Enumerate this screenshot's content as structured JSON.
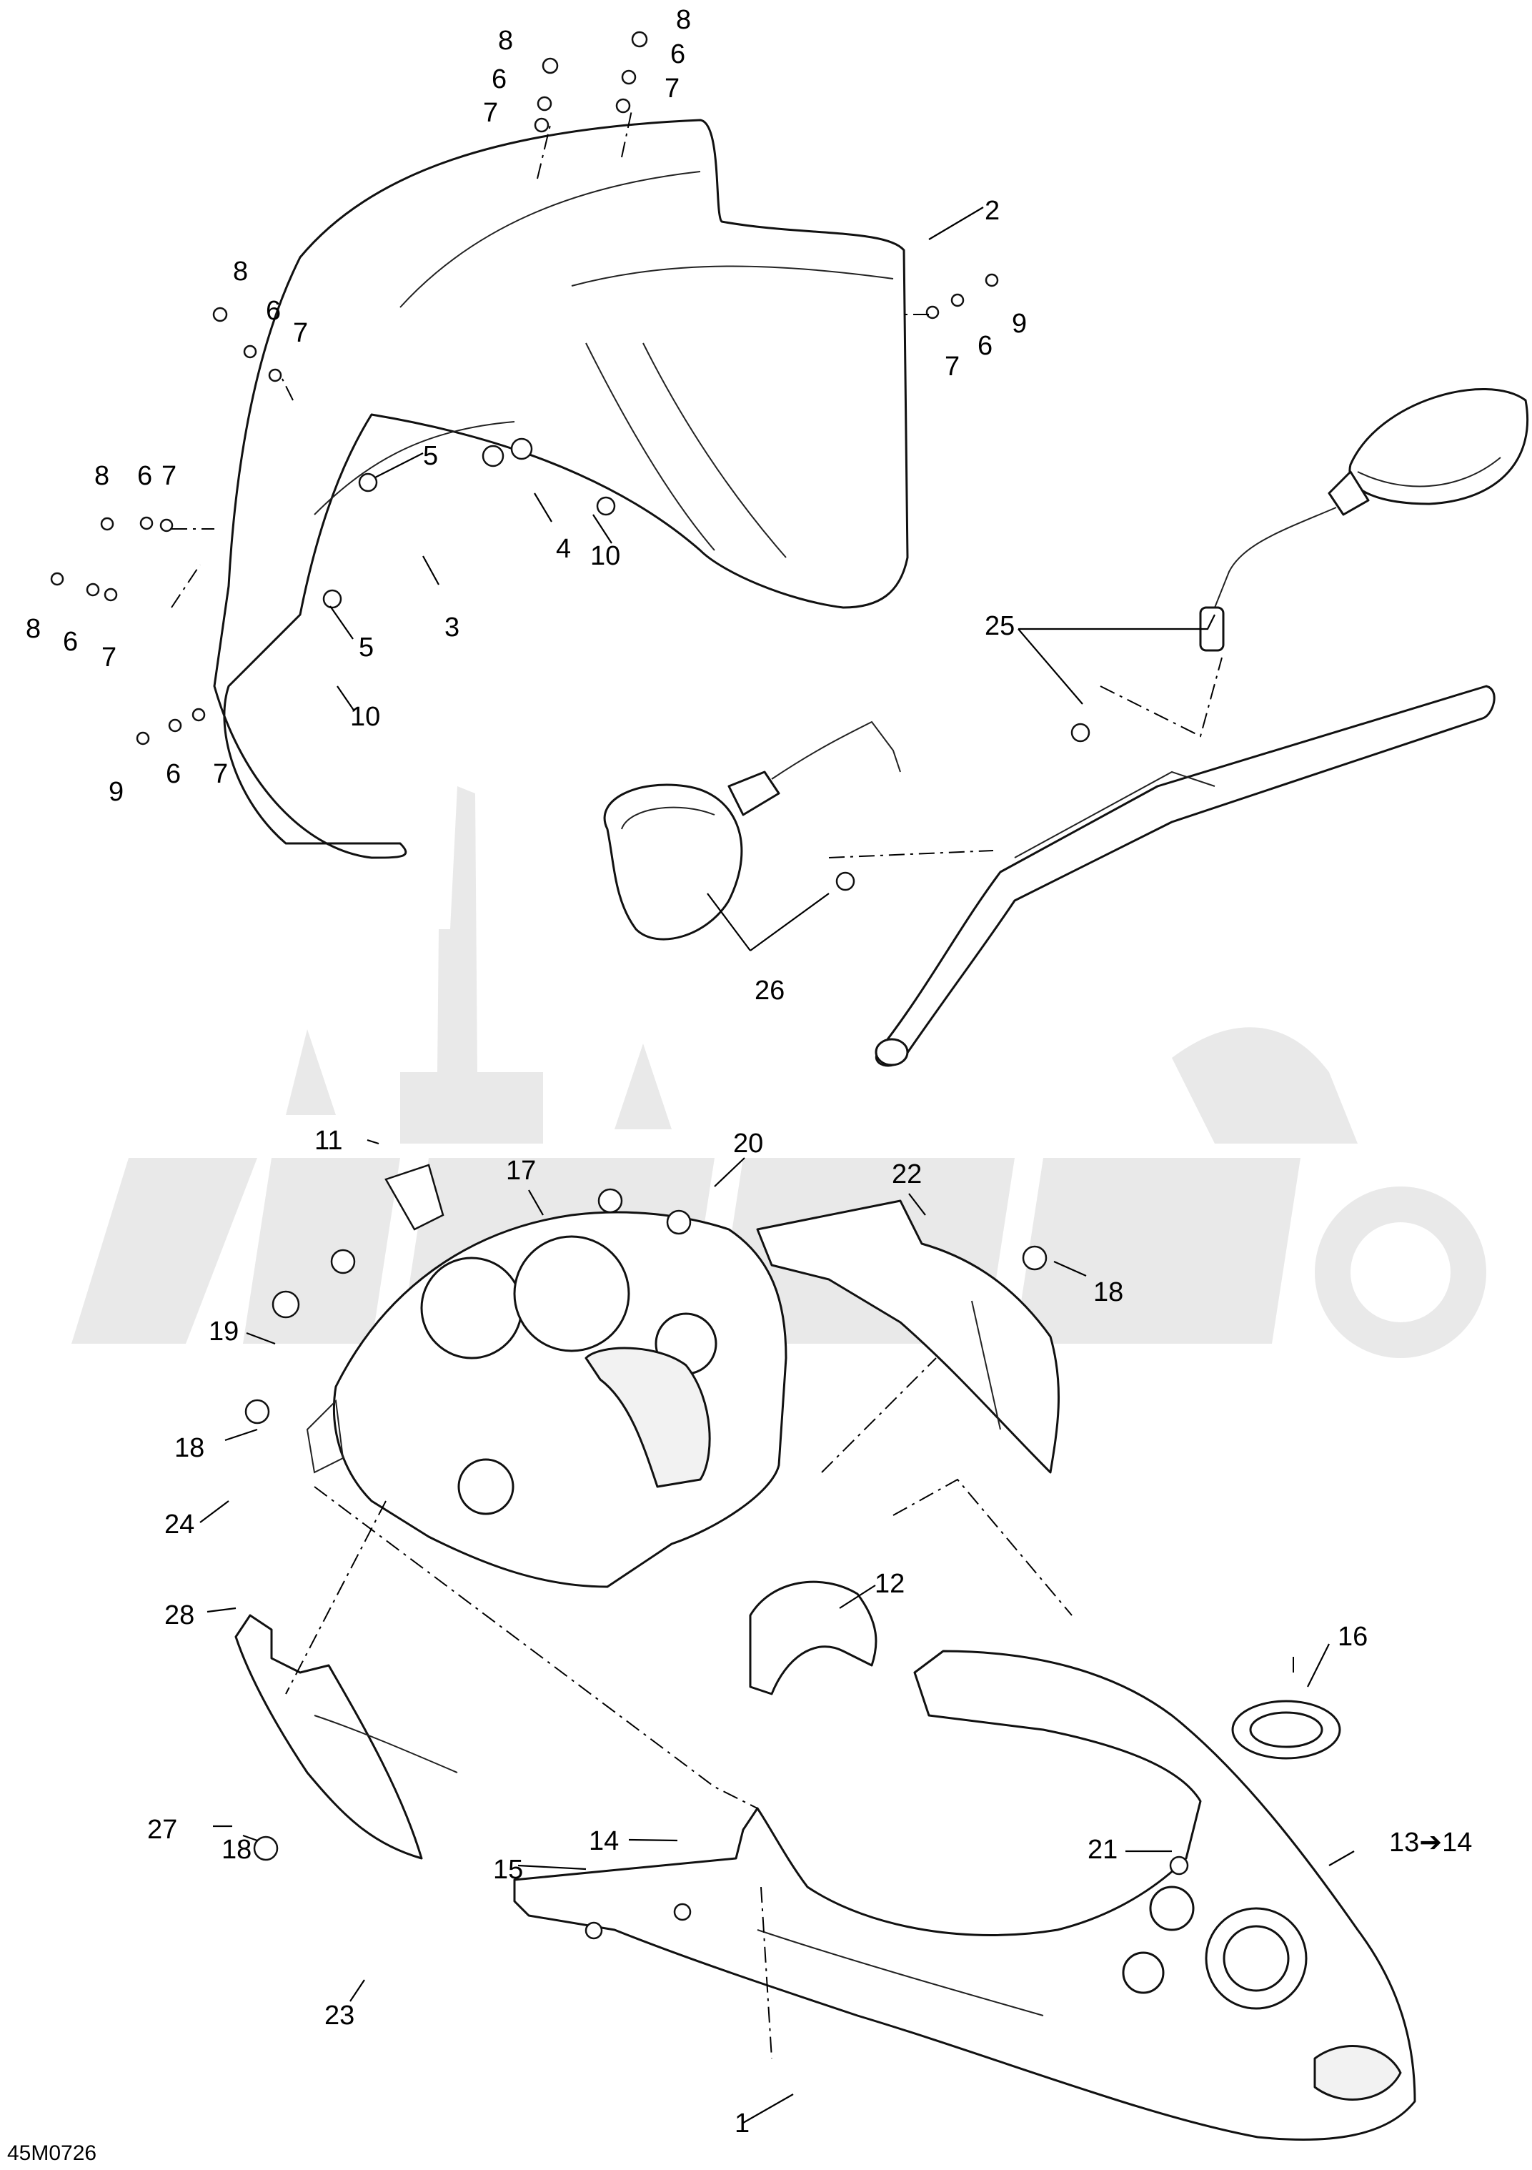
{
  "diagram_code": "45M0726",
  "callouts": [
    {
      "id": "c1",
      "label": "1"
    },
    {
      "id": "c2",
      "label": "2"
    },
    {
      "id": "c3",
      "label": "3"
    },
    {
      "id": "c4",
      "label": "4"
    },
    {
      "id": "c5a",
      "label": "5"
    },
    {
      "id": "c5b",
      "label": "5"
    },
    {
      "id": "c6a",
      "label": "6"
    },
    {
      "id": "c6b",
      "label": "6"
    },
    {
      "id": "c6c",
      "label": "6"
    },
    {
      "id": "c6d",
      "label": "6"
    },
    {
      "id": "c6e",
      "label": "6"
    },
    {
      "id": "c6f",
      "label": "6"
    },
    {
      "id": "c6g",
      "label": "6"
    },
    {
      "id": "c7a",
      "label": "7"
    },
    {
      "id": "c7b",
      "label": "7"
    },
    {
      "id": "c7c",
      "label": "7"
    },
    {
      "id": "c7d",
      "label": "7"
    },
    {
      "id": "c7e",
      "label": "7"
    },
    {
      "id": "c7f",
      "label": "7"
    },
    {
      "id": "c7g",
      "label": "7"
    },
    {
      "id": "c8a",
      "label": "8"
    },
    {
      "id": "c8b",
      "label": "8"
    },
    {
      "id": "c8c",
      "label": "8"
    },
    {
      "id": "c8d",
      "label": "8"
    },
    {
      "id": "c8e",
      "label": "8"
    },
    {
      "id": "c9a",
      "label": "9"
    },
    {
      "id": "c9b",
      "label": "9"
    },
    {
      "id": "c10a",
      "label": "10"
    },
    {
      "id": "c10b",
      "label": "10"
    },
    {
      "id": "c11",
      "label": "11"
    },
    {
      "id": "c12",
      "label": "12"
    },
    {
      "id": "c13",
      "label": "13➔14"
    },
    {
      "id": "c14",
      "label": "14"
    },
    {
      "id": "c15",
      "label": "15"
    },
    {
      "id": "c16",
      "label": "16"
    },
    {
      "id": "c17",
      "label": "17"
    },
    {
      "id": "c18a",
      "label": "18"
    },
    {
      "id": "c18b",
      "label": "18"
    },
    {
      "id": "c18c",
      "label": "18"
    },
    {
      "id": "c19",
      "label": "19"
    },
    {
      "id": "c20",
      "label": "20"
    },
    {
      "id": "c21",
      "label": "21"
    },
    {
      "id": "c22",
      "label": "22"
    },
    {
      "id": "c23",
      "label": "23"
    },
    {
      "id": "c24",
      "label": "24"
    },
    {
      "id": "c25",
      "label": "25"
    },
    {
      "id": "c26",
      "label": "26"
    },
    {
      "id": "c27",
      "label": "27"
    },
    {
      "id": "c28",
      "label": "28"
    }
  ]
}
